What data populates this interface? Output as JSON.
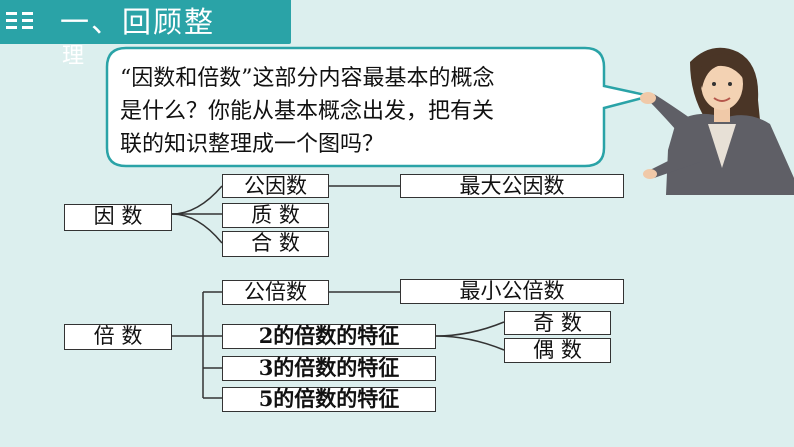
{
  "header": {
    "title_line1": "一、回顾整",
    "title_line2": "理"
  },
  "bubble": {
    "line1": "“因数和倍数”这部分内容最基本的概念",
    "line2": "是什么？你能从基本概念出发，把有关",
    "line3": "联的知识整理成一个图吗？"
  },
  "factor_tree": {
    "root": "因  数",
    "children": [
      "公因数",
      "质  数",
      "合  数"
    ],
    "extension": "最大公因数"
  },
  "multiple_tree": {
    "root": "倍  数",
    "children": [
      "公倍数",
      "2的倍数的特征",
      "3的倍数的特征",
      "5的倍数的特征"
    ],
    "extension": "最小公倍数",
    "two_children": [
      "奇  数",
      "偶  数"
    ]
  },
  "icons": {
    "teacher": "teacher-illustration",
    "header_ticks": "header-decoration-icon"
  },
  "colors": {
    "background": "#dcefee",
    "header": "#2aa3a7",
    "bubble_border": "#2aa3a7"
  }
}
